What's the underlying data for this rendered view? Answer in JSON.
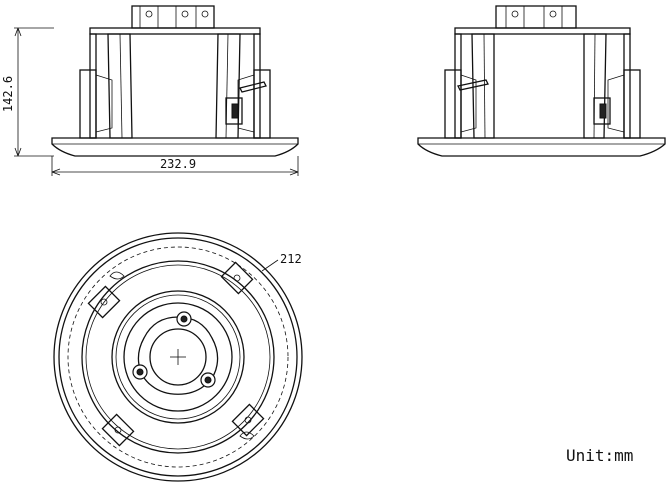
{
  "dimensions": {
    "height": "142.6",
    "width": "232.9",
    "diameter": "212"
  },
  "unit_label": "Unit:mm"
}
